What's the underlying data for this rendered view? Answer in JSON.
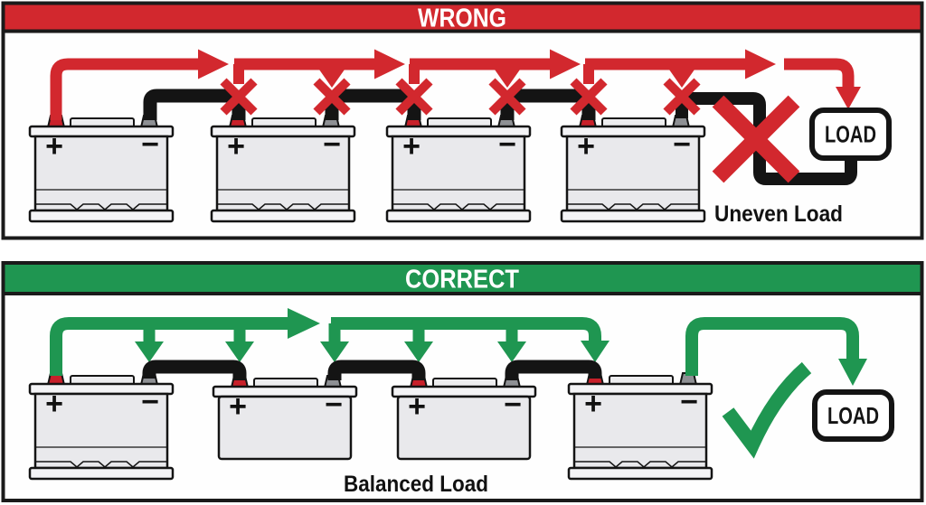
{
  "panels": [
    {
      "id": "wrong",
      "title": "WRONG",
      "accent_color": "#d2282e",
      "battery_count": 4,
      "load_label": "LOAD",
      "caption": "Uneven Load",
      "verdict_icon": "x-mark-icon",
      "junction_mark": "x-mark"
    },
    {
      "id": "correct",
      "title": "CORRECT",
      "accent_color": "#1f9651",
      "battery_count": 4,
      "load_label": "LOAD",
      "caption": "Balanced Load",
      "verdict_icon": "check-mark-icon",
      "junction_mark": "down-arrow"
    }
  ],
  "battery": {
    "positive_label": "+",
    "negative_label": "−"
  },
  "icons": {
    "wrong_junction": "x-mark-icon",
    "wrong_verdict": "x-mark-icon",
    "correct_junction": "arrow-down-icon",
    "correct_verdict": "check-mark-icon"
  },
  "colors": {
    "wrong_accent": "#d2282e",
    "correct_accent": "#1f9651",
    "cable_black": "#141414",
    "battery_body": "#e9e9ec",
    "battery_rim": "#f4f4f6",
    "terminal_positive": "#c8202a",
    "terminal_negative": "#8e9094",
    "panel_border": "#1a1a1a",
    "background": "#ffffff",
    "header_text": "#ffffff",
    "caption_text": "#111111"
  }
}
